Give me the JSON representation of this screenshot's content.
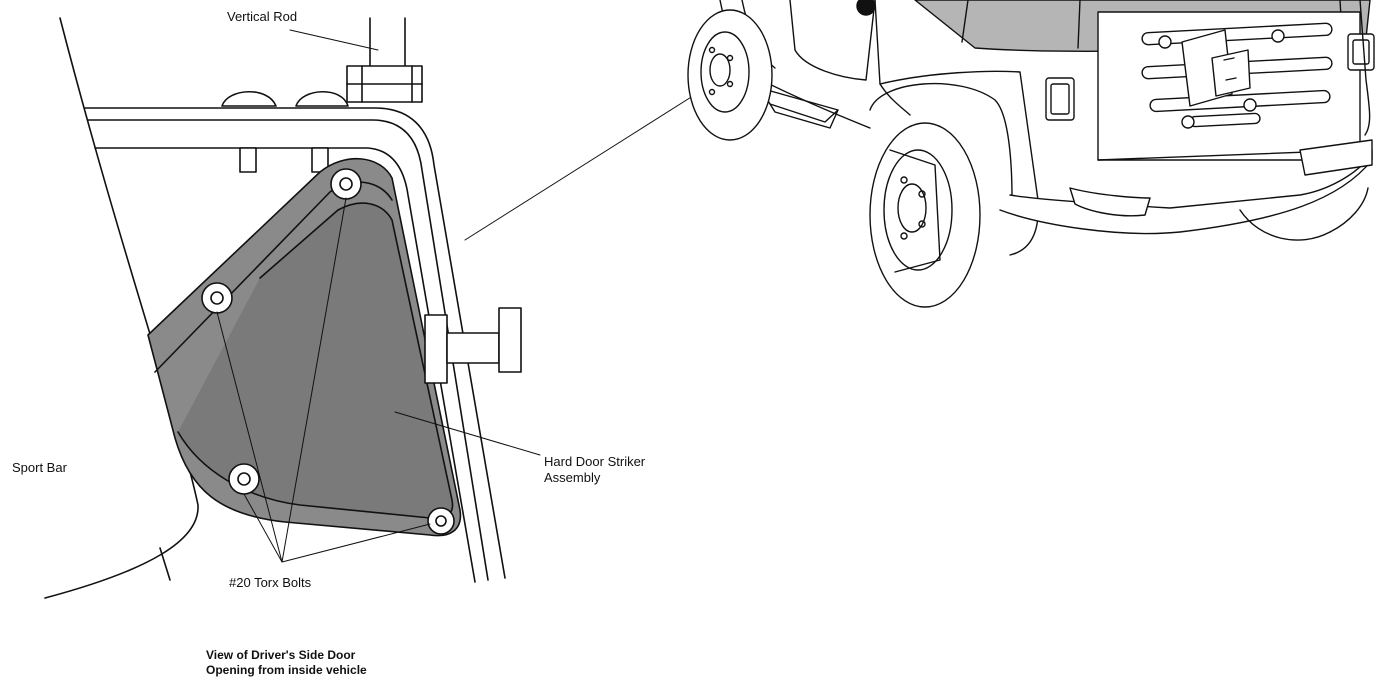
{
  "labels": {
    "vertical_rod": "Vertical Rod",
    "sport_bar": "Sport Bar",
    "striker_assembly_line1": "Hard Door Striker",
    "striker_assembly_line2": "Assembly",
    "torx_bolts": "#20 Torx Bolts"
  },
  "caption": {
    "line1": "View of Driver's Side Door",
    "line2": "Opening from inside vehicle"
  },
  "colors": {
    "line": "#111111",
    "plate_fill": "#8a8a8a",
    "plate_inner": "#7a7a7a",
    "softtop_fill": "#b5b5b5",
    "background": "#ffffff"
  }
}
